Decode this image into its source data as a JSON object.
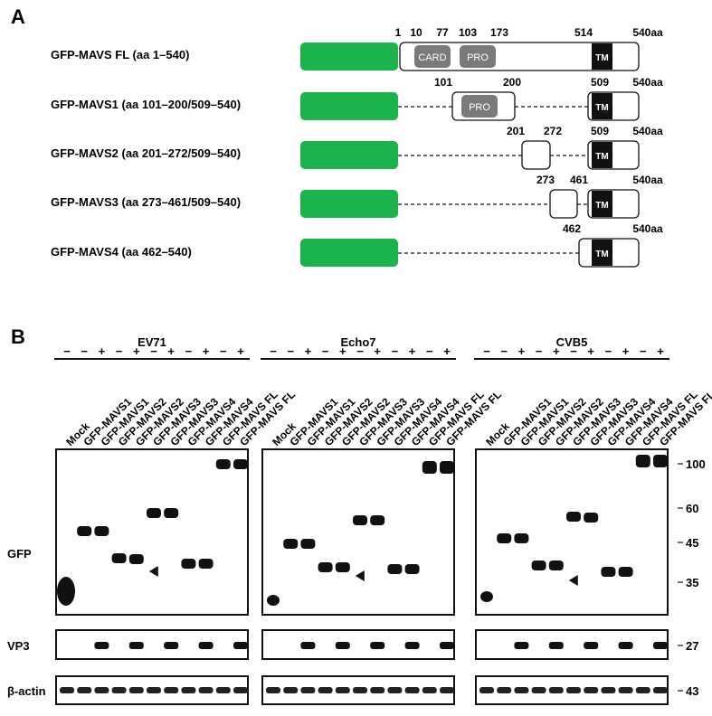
{
  "panel_a": {
    "label": "A",
    "constructs": [
      {
        "name": "GFP-MAVS FL (aa 1–540)",
        "numbers": [
          "1",
          "10",
          "77",
          "103",
          "173",
          "514",
          "540aa"
        ],
        "domains": [
          "CARD",
          "PRO",
          "TM"
        ]
      },
      {
        "name": "GFP-MAVS1 (aa 101–200/509–540)",
        "numbers": [
          "101",
          "200",
          "509",
          "540aa"
        ],
        "domains": [
          "PRO",
          "TM"
        ]
      },
      {
        "name": "GFP-MAVS2 (aa 201–272/509–540)",
        "numbers": [
          "201",
          "272",
          "509",
          "540aa"
        ],
        "domains": [
          "TM"
        ]
      },
      {
        "name": "GFP-MAVS3 (aa 273–461/509–540)",
        "numbers": [
          "273",
          "461",
          "509",
          "540aa"
        ],
        "domains": [
          "TM"
        ]
      },
      {
        "name": "GFP-MAVS4 (aa 462–540)",
        "numbers": [
          "462",
          "540aa"
        ],
        "domains": [
          "TM"
        ]
      }
    ],
    "colors": {
      "gfp": "#1db34c",
      "domain_gray": "#7a7a7a",
      "tm_black": "#111111"
    }
  },
  "panel_b": {
    "label": "B",
    "viruses": [
      "EV71",
      "Echo7",
      "CVB5"
    ],
    "signs": [
      "−",
      "−",
      "+",
      "−",
      "+",
      "−",
      "+",
      "−",
      "+",
      "−",
      "+"
    ],
    "lanes": [
      "Mock",
      "GFP-MAVS1",
      "GFP-MAVS1",
      "GFP-MAVS2",
      "GFP-MAVS2",
      "GFP-MAVS3",
      "GFP-MAVS3",
      "GFP-MAVS4",
      "GFP-MAVS4",
      "GFP-MAVS FL",
      "GFP-MAVS FL"
    ],
    "blot_rows": [
      "GFP",
      "VP3",
      "β-actin"
    ],
    "mw_markers": [
      "100",
      "60",
      "45",
      "35",
      "27",
      "43"
    ]
  }
}
